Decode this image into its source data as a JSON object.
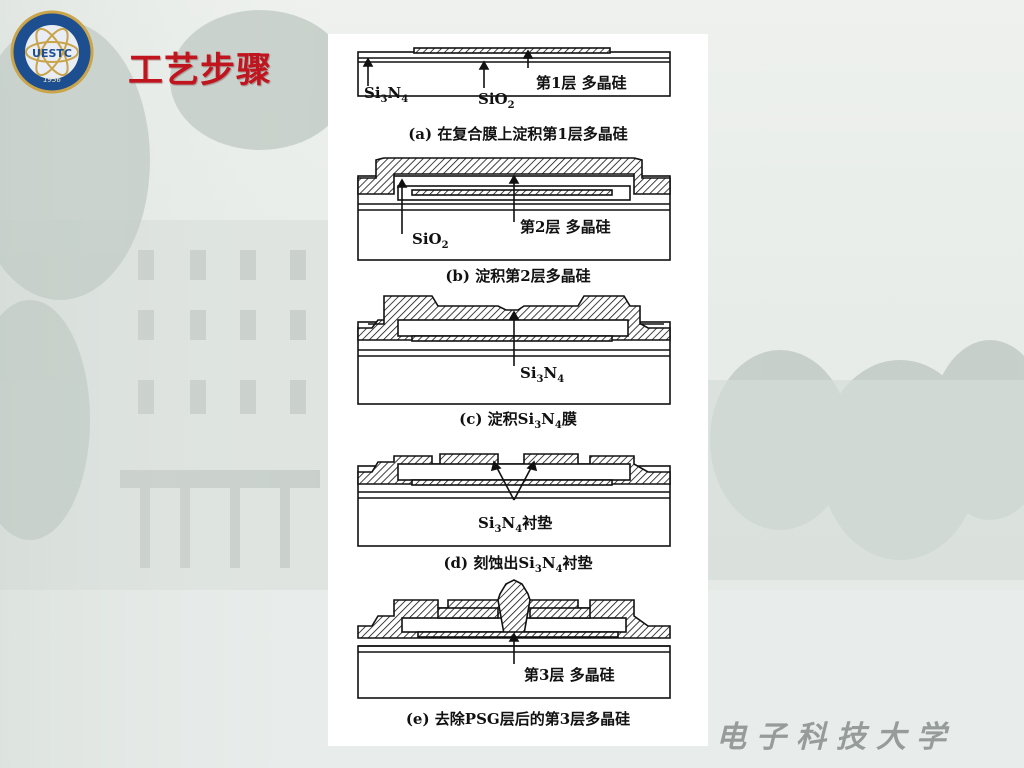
{
  "slide": {
    "title": "工艺步骤",
    "watermark": "电子科技大学"
  },
  "logo": {
    "text": "UESTC",
    "year": "1956"
  },
  "figure": {
    "panels": [
      {
        "caption": "(a) 在复合膜上淀积第1层多晶硅",
        "labels": {
          "si3n4": [
            "Si",
            "3",
            "N",
            "4"
          ],
          "sio2": [
            "SiO",
            "2"
          ],
          "poly": "第1层 多晶硅"
        }
      },
      {
        "caption": "(b) 淀积第2层多晶硅",
        "labels": {
          "sio2": [
            "SiO",
            "2"
          ],
          "poly": "第2层 多晶硅"
        }
      },
      {
        "caption_parts": [
          "(c) 淀积Si",
          "3",
          "N",
          "4",
          "膜"
        ],
        "labels": {
          "si3n4": [
            "Si",
            "3",
            "N",
            "4"
          ]
        }
      },
      {
        "caption_parts": [
          "(d) 刻蚀出Si",
          "3",
          "N",
          "4",
          "衬垫"
        ],
        "labels": {
          "pad": [
            "Si",
            "3",
            "N",
            "4",
            "衬垫"
          ]
        }
      },
      {
        "caption": "(e) 去除PSG层后的第3层多晶硅",
        "labels": {
          "poly": "第3层 多晶硅"
        }
      }
    ]
  },
  "colors": {
    "title": "#c0141e",
    "ink": "#111111",
    "panel": "#ffffff"
  }
}
